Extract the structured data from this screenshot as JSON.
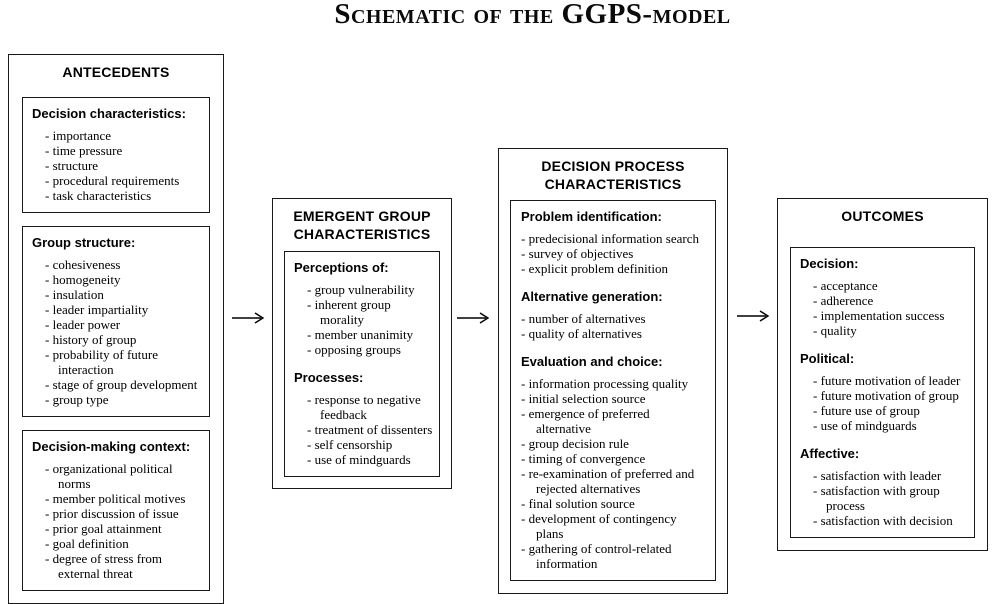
{
  "title": "Schematic of the GGPS-model",
  "colors": {
    "ink": "#000000",
    "background": "#ffffff"
  },
  "diagram": {
    "columns": [
      {
        "id": "antecedents",
        "header": "ANTECEDENTS",
        "panels": [
          {
            "sections": [
              {
                "heading": "Decision characteristics:",
                "items": [
                  "importance",
                  "time pressure",
                  "structure",
                  "procedural requirements",
                  "task characteristics"
                ]
              }
            ]
          },
          {
            "sections": [
              {
                "heading": "Group structure:",
                "items": [
                  "cohesiveness",
                  "homogeneity",
                  "insulation",
                  "leader impartiality",
                  "leader power",
                  "history of group",
                  "probability of future interaction",
                  "stage of group development",
                  "group type"
                ]
              }
            ]
          },
          {
            "sections": [
              {
                "heading": "Decision-making context:",
                "items": [
                  "organizational political norms",
                  "member political motives",
                  "prior discussion of issue",
                  "prior goal attainment",
                  "goal definition",
                  "degree of stress from external threat"
                ]
              }
            ]
          }
        ]
      },
      {
        "id": "emergent-group-characteristics",
        "header": "EMERGENT GROUP CHARACTERISTICS",
        "panels": [
          {
            "sections": [
              {
                "heading": "Perceptions of:",
                "items": [
                  "group vulnerability",
                  "inherent group morality",
                  "member unanimity",
                  "opposing groups"
                ]
              },
              {
                "heading": "Processes:",
                "items": [
                  "response to negative feedback",
                  "treatment of dissenters",
                  "self censorship",
                  "use of mindguards"
                ]
              }
            ]
          }
        ]
      },
      {
        "id": "decision-process-characteristics",
        "header": "DECISION PROCESS CHARACTERISTICS",
        "panels": [
          {
            "sections": [
              {
                "heading": "Problem identification:",
                "items": [
                  "predecisional information search",
                  "survey of objectives",
                  "explicit problem definition"
                ]
              },
              {
                "heading": "Alternative generation:",
                "items": [
                  "number of alternatives",
                  "quality of alternatives"
                ]
              },
              {
                "heading": "Evaluation and choice:",
                "items": [
                  "information processing quality",
                  "initial selection source",
                  "emergence of preferred alternative",
                  "group decision rule",
                  "timing of convergence",
                  "re-examination of preferred and rejected alternatives",
                  "final solution source",
                  "development of contingency plans",
                  "gathering of control-related information"
                ]
              }
            ]
          }
        ]
      },
      {
        "id": "outcomes",
        "header": "OUTCOMES",
        "panels": [
          {
            "sections": [
              {
                "heading": "Decision:",
                "items": [
                  "acceptance",
                  "adherence",
                  "implementation success",
                  "quality"
                ]
              },
              {
                "heading": "Political:",
                "items": [
                  "future motivation of leader",
                  "future motivation of group",
                  "future use of group",
                  "use of mindguards"
                ]
              },
              {
                "heading": "Affective:",
                "items": [
                  "satisfaction with leader",
                  "satisfaction with group process",
                  "satisfaction with decision"
                ]
              }
            ]
          }
        ]
      }
    ],
    "arrows": [
      {
        "from": "antecedents",
        "to": "emergent-group-characteristics"
      },
      {
        "from": "emergent-group-characteristics",
        "to": "decision-process-characteristics"
      },
      {
        "from": "decision-process-characteristics",
        "to": "outcomes"
      }
    ]
  }
}
